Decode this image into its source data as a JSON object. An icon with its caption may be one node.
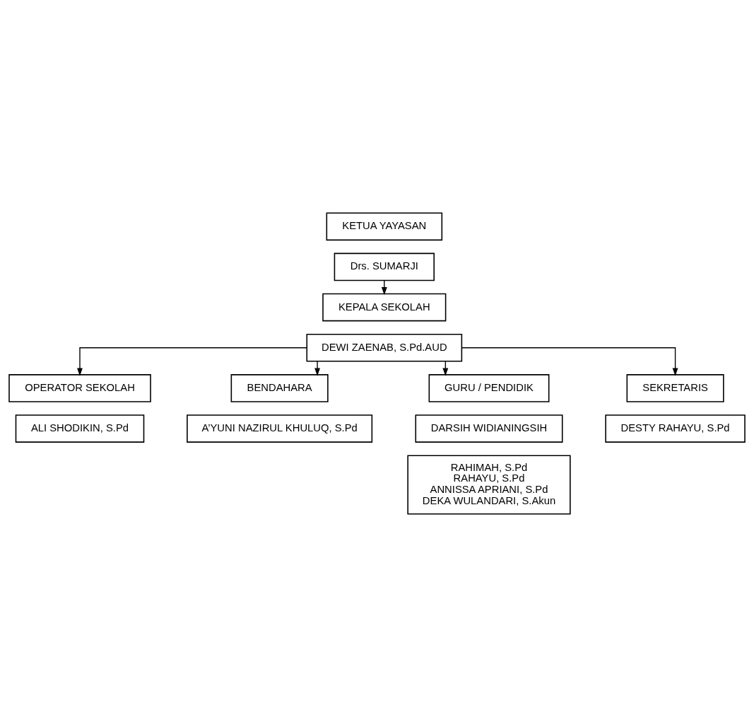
{
  "diagram": {
    "nodes": [
      {
        "text": [
          "KETUA YAYASAN"
        ]
      },
      {
        "text": [
          "Drs. SUMARJI"
        ]
      },
      {
        "text": [
          "KEPALA SEKOLAH"
        ]
      },
      {
        "text": [
          "DEWI ZAENAB, S.Pd.AUD"
        ]
      },
      {
        "text": [
          "OPERATOR SEKOLAH"
        ]
      },
      {
        "text": [
          "BENDAHARA"
        ]
      },
      {
        "text": [
          "ALI SHODIKIN, S.Pd"
        ]
      },
      {
        "text": [
          "A’YUNI NAZIRUL KHULUQ, S.Pd"
        ]
      },
      {
        "text": [
          "GURU / PENDIDIK"
        ]
      },
      {
        "text": [
          "SEKRETARIS"
        ]
      },
      {
        "text": [
          "DARSIH WIDIANINGSIH"
        ]
      },
      {
        "text": [
          "DESTY RAHAYU, S.Pd"
        ]
      },
      {
        "text": [
          "RAHIMAH, S.Pd",
          "RAHAYU, S.Pd",
          "ANNISSA APRIANI, S.Pd",
          "DEKA WULANDARI, S.Akun"
        ]
      }
    ],
    "edges": [
      {
        "from": 1,
        "to": 2,
        "arrow": "to"
      },
      {
        "from": 3,
        "to": 4,
        "arrow": "to"
      },
      {
        "from": 3,
        "to": 5,
        "arrow": "to"
      },
      {
        "from": 3,
        "to": 8,
        "arrow": "to"
      },
      {
        "from": 3,
        "to": 9,
        "arrow": "to"
      }
    ]
  }
}
